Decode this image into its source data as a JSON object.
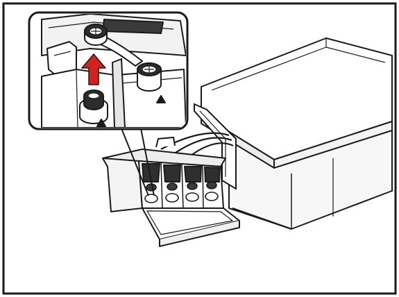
{
  "figure": {
    "subject": "ink-tank-printer-refill-illustration",
    "colors": {
      "line": "#1a1a1a",
      "paper": "#ffffff",
      "shade": "#e9e9e9",
      "dark": "#3a3a3a",
      "arrow": "#d62020"
    },
    "icons": [
      "ink-tank-unit",
      "ink-bottle-cap",
      "up-arrow",
      "triangle-marker"
    ]
  }
}
